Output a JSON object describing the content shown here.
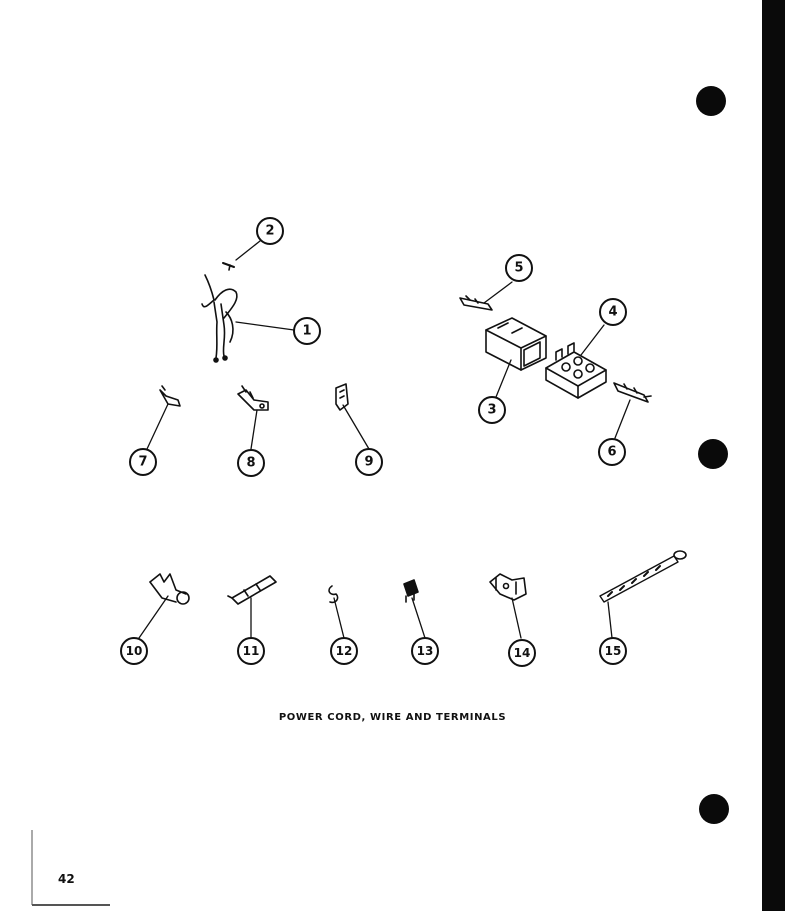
{
  "caption": "POWER CORD, WIRE AND TERMINALS",
  "page_number": "42",
  "callouts": [
    "1",
    "2",
    "3",
    "4",
    "5",
    "6",
    "7",
    "8",
    "9",
    "10",
    "11",
    "12",
    "13",
    "14",
    "15"
  ]
}
